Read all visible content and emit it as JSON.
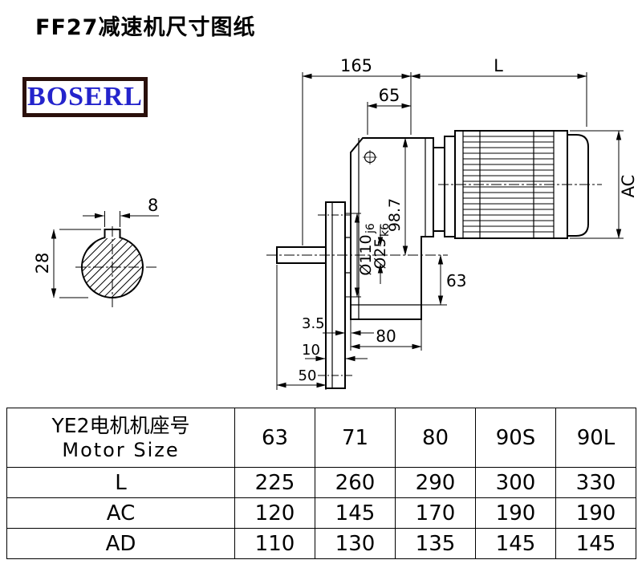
{
  "page": {
    "title": "FF27减速机尺寸图纸",
    "brand": "BOSERL"
  },
  "colors": {
    "logo_text": "#2424cc",
    "logo_border": "#2a100b",
    "line": "#000000"
  },
  "drawing": {
    "labels": {
      "dim_8": "8",
      "dim_28": "28",
      "dim_165": "165",
      "dim_L": "L",
      "dim_65": "65",
      "dim_AC": "AC",
      "dim_110_main": "Ø110",
      "dim_110_sub": "j6",
      "dim_25_main": "Ø25",
      "dim_25_sub": "k6",
      "dim_987": "98.7",
      "dim_63": "63",
      "dim_35": "3.5",
      "dim_80": "80",
      "dim_10": "10",
      "dim_50": "50"
    }
  },
  "table": {
    "header_title_line1": "YE2电机机座号",
    "header_title_line2": "Motor Size",
    "size_columns": [
      "63",
      "71",
      "80",
      "90S",
      "90L"
    ],
    "rows": [
      {
        "label": "L",
        "values": [
          "225",
          "260",
          "290",
          "300",
          "330"
        ]
      },
      {
        "label": "AC",
        "values": [
          "120",
          "145",
          "170",
          "190",
          "190"
        ]
      },
      {
        "label": "AD",
        "values": [
          "110",
          "130",
          "135",
          "145",
          "145"
        ]
      }
    ]
  }
}
